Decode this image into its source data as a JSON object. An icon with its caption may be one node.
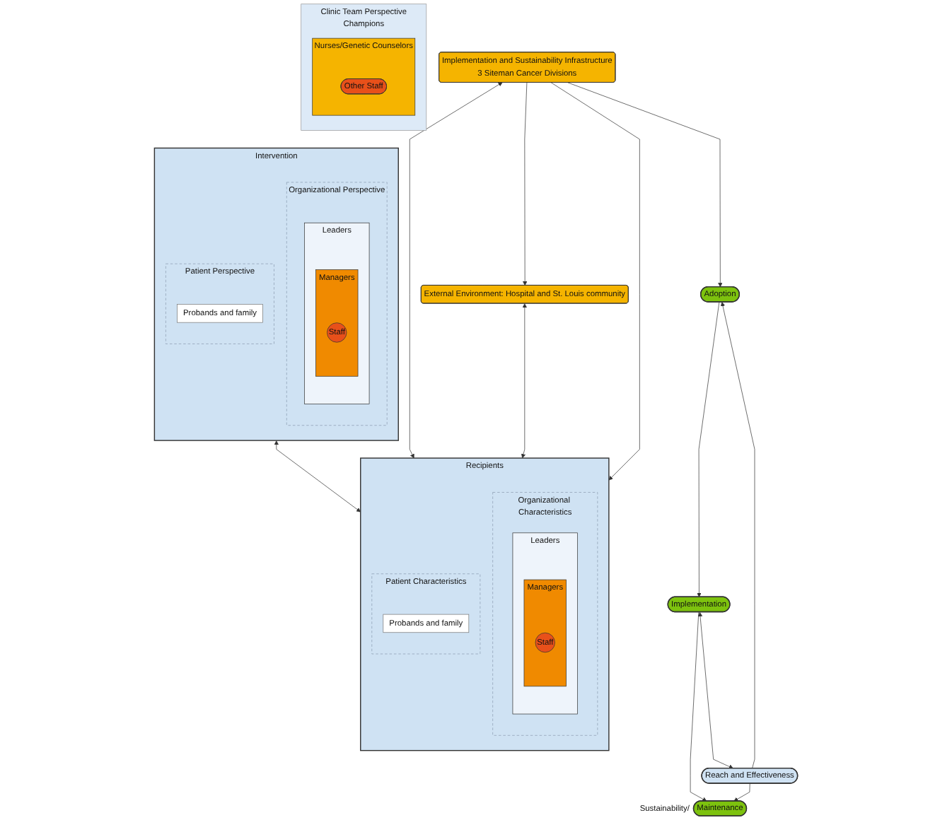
{
  "diagram": {
    "nodes": [
      {
        "text": [
          "Clinic Team Perspective",
          "Champions"
        ]
      },
      {
        "text": [
          "Nurses/Genetic Counselors"
        ],
        "in": 0
      },
      {
        "text": [
          "Other Staff"
        ],
        "in": 1
      },
      {
        "text": [
          "Intervention"
        ]
      },
      {
        "text": [
          "Organizational Perspective"
        ],
        "in": 3
      },
      {
        "text": [
          "Leaders"
        ],
        "in": 4
      },
      {
        "text": [
          "Managers"
        ],
        "in": 5
      },
      {
        "text": [
          "Staff"
        ],
        "in": 6
      },
      {
        "text": [
          "Patient Perspective"
        ],
        "in": 3
      },
      {
        "text": [
          "Probands and family"
        ],
        "in": 8
      },
      {
        "text": [
          "Recipients"
        ]
      },
      {
        "text": [
          "Organizational Characteristics"
        ],
        "in": 10
      },
      {
        "text": [
          "Leaders"
        ],
        "in": 11
      },
      {
        "text": [
          "Managers"
        ],
        "in": 12
      },
      {
        "text": [
          "Staff"
        ],
        "in": 13
      },
      {
        "text": [
          "Patient Characteristics"
        ],
        "in": 10
      },
      {
        "text": [
          "Probands and family"
        ],
        "in": 15
      },
      {
        "text": [
          "Implementation and Sustainability Infrastructure",
          "3 Siteman Cancer Divisions"
        ]
      },
      {
        "text": [
          "External Environment: Hospital and St. Louis community"
        ]
      },
      {
        "text": [
          "Adoption"
        ]
      },
      {
        "text": [
          "Implementation"
        ]
      },
      {
        "text": [
          "Maintenance"
        ],
        "beside": [
          "Sustainability/"
        ]
      },
      {
        "text": [
          "Reach and Effectiveness"
        ]
      }
    ],
    "edges": [
      {
        "from": 3,
        "to": 10,
        "arrow": "both"
      },
      {
        "from": 17,
        "to": 10,
        "arrow": "both"
      },
      {
        "from": 18,
        "to": 10,
        "arrow": "both"
      },
      {
        "from": 17,
        "to": 19,
        "arrow": "to"
      },
      {
        "from": 17,
        "to": 10,
        "arrow": "to"
      },
      {
        "from": 17,
        "to": 18,
        "arrow": "to"
      },
      {
        "from": 19,
        "to": 20,
        "arrow": "to"
      },
      {
        "from": 20,
        "to": 21,
        "arrow": "to"
      },
      {
        "from": 22,
        "to": 19,
        "arrow": "to"
      },
      {
        "from": 20,
        "to": 22,
        "arrow": "both"
      },
      {
        "from": 22,
        "to": 21,
        "arrow": "to"
      }
    ]
  }
}
